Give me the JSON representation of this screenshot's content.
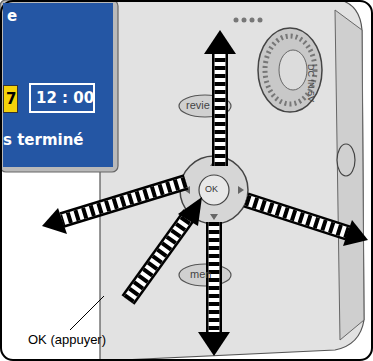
{
  "diagram": {
    "nodes": [
      {
        "text": [
          "e",
          "s terminé"
        ]
      },
      {
        "text": [
          "7"
        ],
        "in": 0
      },
      {
        "text": [
          "12 : 00"
        ],
        "in": 0
      }
    ],
    "labels": [
      "revie",
      "men",
      "DC IN 5V",
      "OK",
      "OK (appuyer)"
    ]
  }
}
